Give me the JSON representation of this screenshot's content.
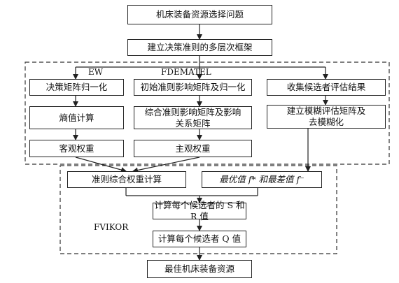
{
  "nodes": {
    "problem": "机床装备资源选择问题",
    "hierarchy": "建立决策准则的多层次框架",
    "ew_normalize": "决策矩阵归一化",
    "ew_entropy": "熵值计算",
    "ew_weight": "客观权重",
    "fd_initial": "初始准则影响矩阵及归一化",
    "fd_total_line1": "综合准则影响矩阵及影响",
    "fd_total_line2": "关系矩阵",
    "fd_weight": "主观权重",
    "collect": "收集候选者评估结果",
    "fuzzy_line1": "建立模糊评估矩阵及",
    "fuzzy_line2": "去模糊化",
    "combined_weight": "准则综合权重计算",
    "best_worst": "最优值 f* 和最差值 f⁻",
    "s_r": "计算每个候选者的 S 和 R 值",
    "q": "计算每个候选者 Q 值",
    "result": "最佳机床装备资源"
  },
  "labels": {
    "ew": "EW",
    "fdematel": "FDEMATEL",
    "fvikor": "FVIKOR"
  }
}
